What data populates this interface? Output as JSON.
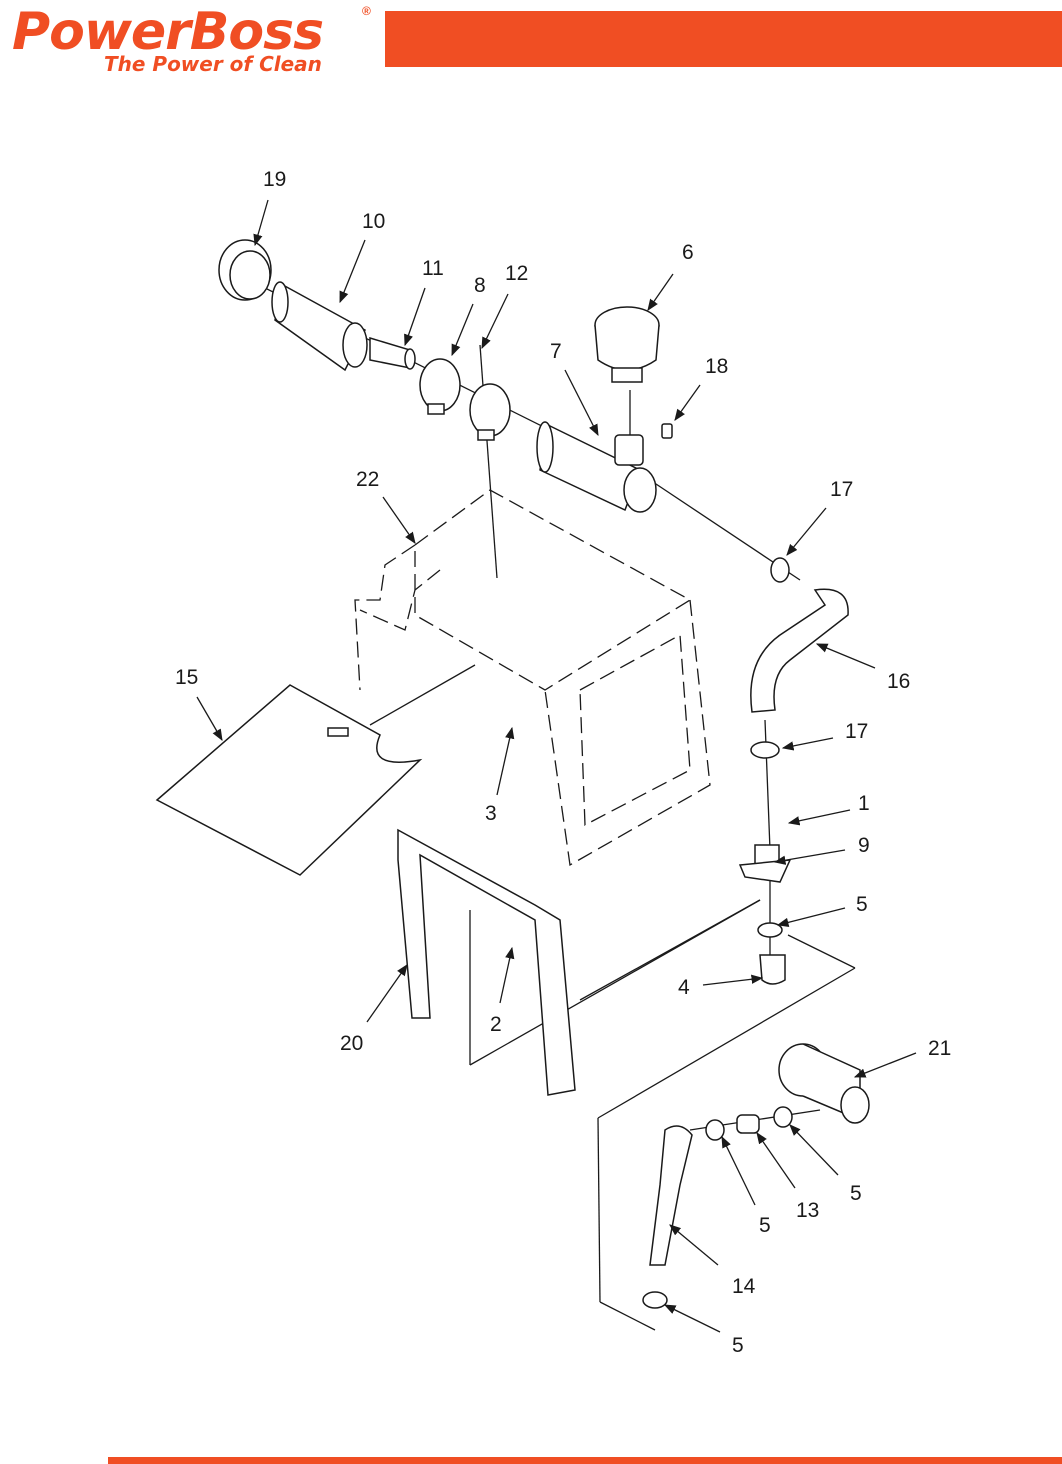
{
  "brand": {
    "name": "PowerBoss",
    "registered": "®",
    "tagline": "The Power of Clean",
    "color": "#f04e23"
  },
  "diagram": {
    "callouts": [
      "19",
      "10",
      "11",
      "8",
      "12",
      "6",
      "7",
      "18",
      "22",
      "17",
      "16",
      "15",
      "17",
      "3",
      "1",
      "9",
      "5",
      "4",
      "20",
      "2",
      "21",
      "5",
      "13",
      "5",
      "14",
      "5"
    ]
  }
}
